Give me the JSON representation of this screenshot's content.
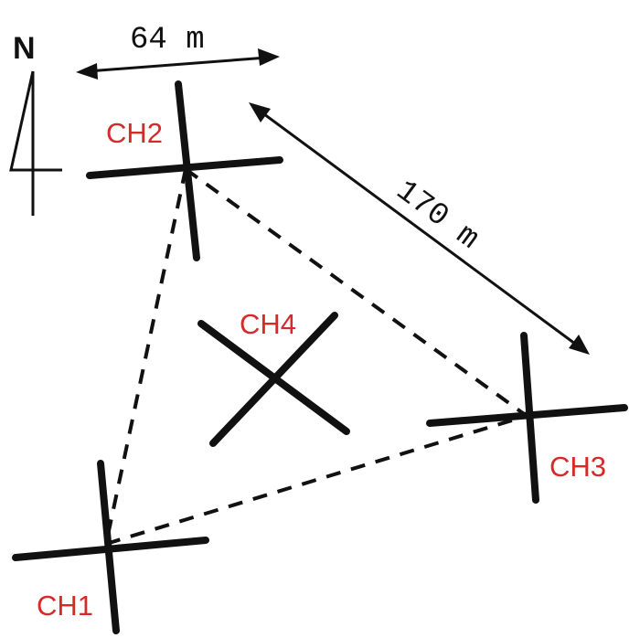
{
  "north": {
    "label": "N"
  },
  "stations": {
    "ch1": {
      "label": "CH1"
    },
    "ch2": {
      "label": "CH2"
    },
    "ch3": {
      "label": "CH3"
    },
    "ch4": {
      "label": "CH4"
    }
  },
  "distances": {
    "ch2_width": "64 m",
    "ch2_ch3": "170 m"
  },
  "colors": {
    "label": "#d42a2a",
    "line": "#111111"
  }
}
